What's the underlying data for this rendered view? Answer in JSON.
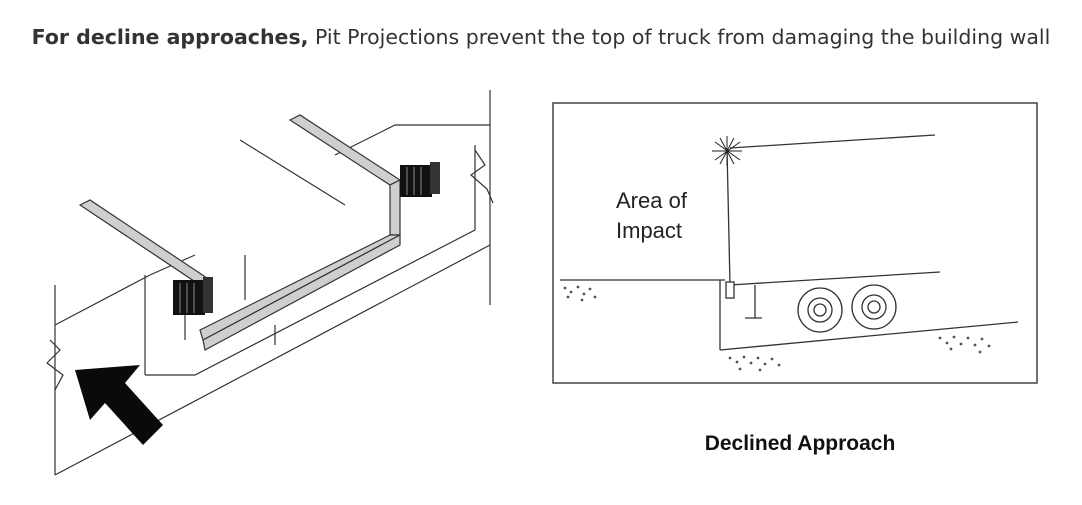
{
  "header": {
    "bold_text": "For decline approaches,",
    "rest_text": " Pit Projections prevent the top of truck from damaging the building wall"
  },
  "diagram": {
    "area_label_line1": "Area of",
    "area_label_line2": "Impact",
    "caption": "Declined Approach"
  },
  "icons": {
    "arrow": "arrow-up-left-icon",
    "bumper": "dock-bumper-icon",
    "impact": "impact-burst-icon"
  }
}
